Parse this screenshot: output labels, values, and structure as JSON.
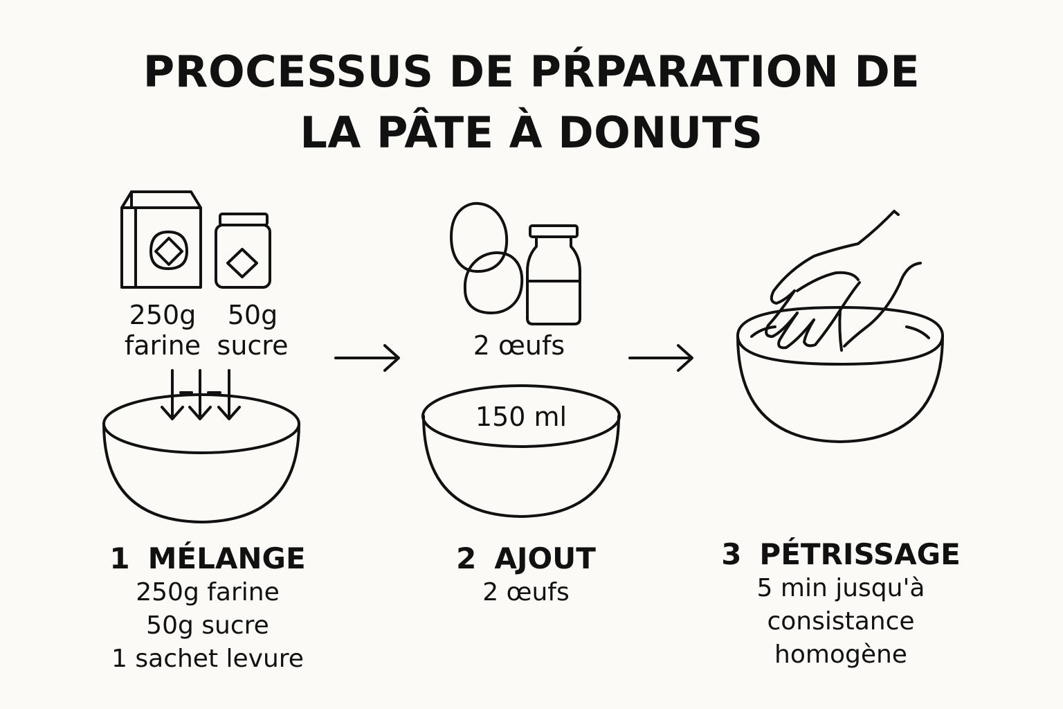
{
  "title": {
    "line1": "PROCESSUS DE PŔPARATION DE",
    "line2": "LA PÂTE À DONUTS"
  },
  "icons": {
    "flour": "flour-bag-icon",
    "sugar": "sugar-jar-icon",
    "eggs": "eggs-icon",
    "milk": "milk-bottle-icon",
    "hand": "kneading-hand-icon",
    "bowl": "mixing-bowl-icon",
    "arrow": "arrow-right-icon"
  },
  "ingredients": {
    "flour": {
      "qty": "250g",
      "name": "farine"
    },
    "sugar": {
      "qty": "50g",
      "name": "sucre"
    },
    "eggs": "2 œufs",
    "milk_volume": "150 ml"
  },
  "steps": [
    {
      "number": "1",
      "title": "MÉLANGE",
      "details": [
        "250g farine",
        "50g sucre",
        "1 sachet levure"
      ]
    },
    {
      "number": "2",
      "title": "AJOUT",
      "details": [
        "2 œufs"
      ]
    },
    {
      "number": "3",
      "title": "PÉTRISSAGE",
      "details": [
        "5 min jusqu'à",
        "consistance",
        "homogène"
      ]
    }
  ]
}
